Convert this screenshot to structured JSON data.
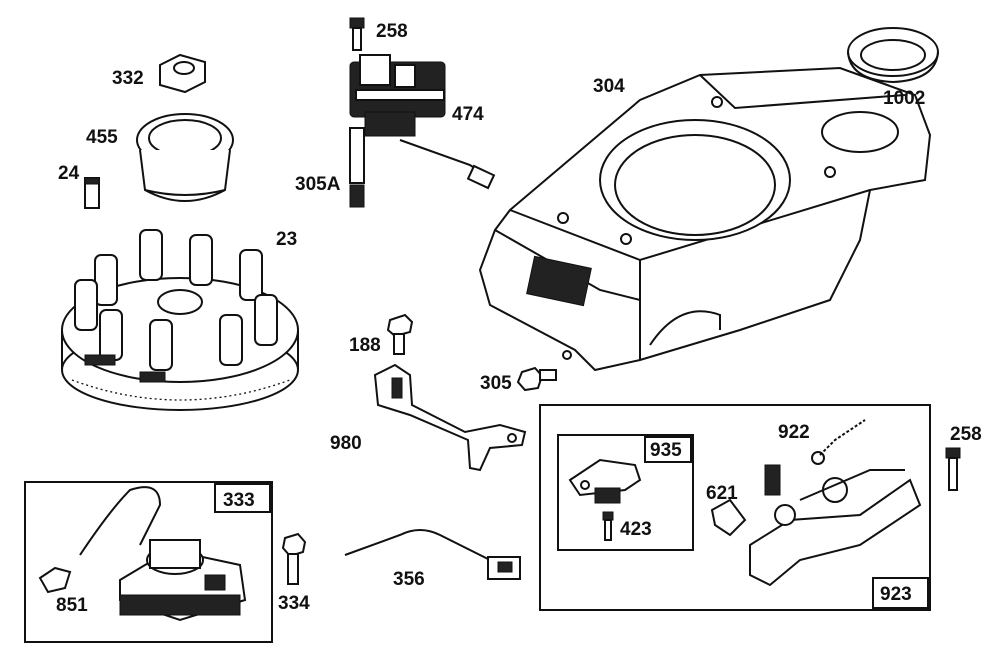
{
  "diagram": {
    "labels": {
      "p258a": "258",
      "p332": "332",
      "p474": "474",
      "p304": "304",
      "p1002": "1002",
      "p455": "455",
      "p24": "24",
      "p305A": "305A",
      "p23": "23",
      "p188": "188",
      "p305": "305",
      "p980": "980",
      "p922": "922",
      "p258b": "258",
      "p935": "935",
      "p423": "423",
      "p621": "621",
      "p923": "923",
      "p333": "333",
      "p851": "851",
      "p334": "334",
      "p356": "356"
    }
  }
}
